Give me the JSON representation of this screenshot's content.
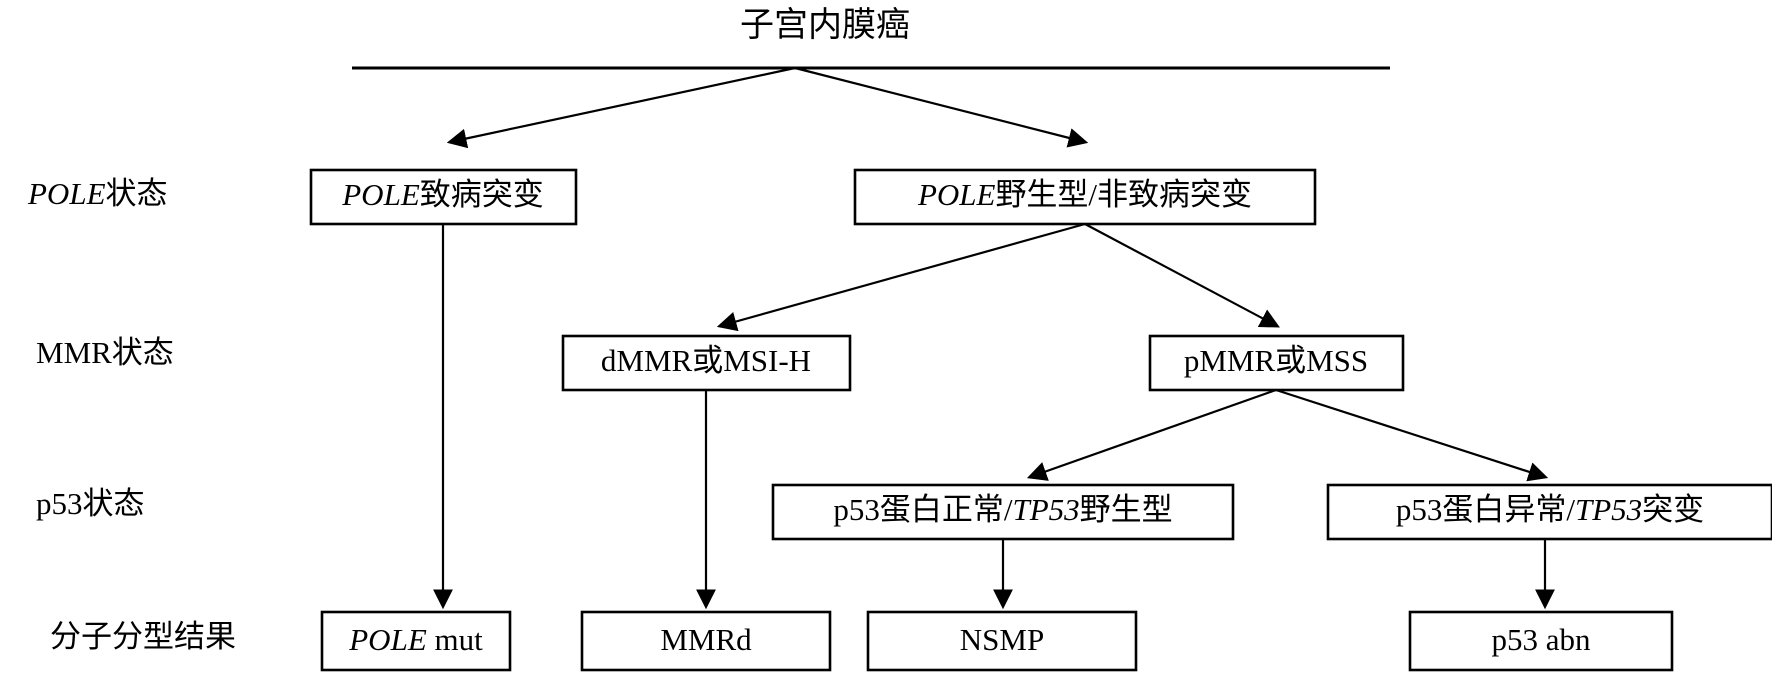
{
  "diagram": {
    "title": "子宫内膜癌",
    "row_labels": [
      {
        "id": "pole-status",
        "plain_prefix": "",
        "italic": "POLE",
        "suffix": "状态",
        "full": "POLE状态"
      },
      {
        "id": "mmr-status",
        "plain_prefix": "",
        "italic": "",
        "suffix": "MMR状态",
        "full": "MMR状态"
      },
      {
        "id": "p53-status",
        "plain_prefix": "",
        "italic": "",
        "suffix": "p53状态",
        "full": "p53状态"
      },
      {
        "id": "classification-result",
        "plain_prefix": "",
        "italic": "",
        "suffix": "分子分型结果",
        "full": "分子分型结果"
      }
    ],
    "nodes": {
      "pole_mutant": {
        "italic": "POLE",
        "rest": "致病突变",
        "full": "POLE致病突变"
      },
      "pole_wildtype": {
        "italic": "POLE",
        "rest": "野生型/非致病突变",
        "full": "POLE野生型/非致病突变"
      },
      "dmmr": {
        "italic": "",
        "rest": "dMMR或MSI-H",
        "full": "dMMR或MSI-H"
      },
      "pmmr": {
        "italic": "",
        "rest": "pMMR或MSS",
        "full": "pMMR或MSS"
      },
      "p53_normal": {
        "pre": "p53蛋白正常/",
        "italic": "TP53",
        "rest": "野生型",
        "full": "p53蛋白正常/TP53野生型"
      },
      "p53_abnormal": {
        "pre": "p53蛋白异常/",
        "italic": "TP53",
        "rest": "突变",
        "full": "p53蛋白异常/TP53突变"
      },
      "result_pole": {
        "italic": "POLE",
        "rest": " mut",
        "full": "POLE mut"
      },
      "result_mmrd": {
        "italic": "",
        "rest": "MMRd",
        "full": "MMRd"
      },
      "result_nsmp": {
        "italic": "",
        "rest": "NSMP",
        "full": "NSMP"
      },
      "result_p53abn": {
        "italic": "",
        "rest": "p53 abn",
        "full": "p53 abn"
      }
    },
    "colors": {
      "background": "#ffffff",
      "stroke": "#000000",
      "text": "#000000",
      "box_fill": "#ffffff"
    }
  }
}
